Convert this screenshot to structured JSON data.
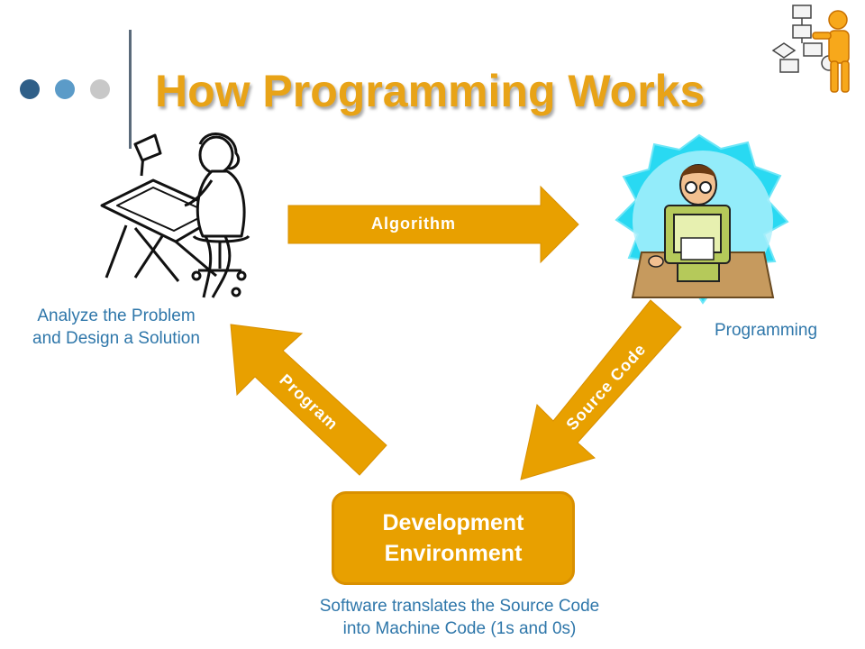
{
  "slide": {
    "title": "How Programming Works",
    "colors": {
      "accent": "#e8a000",
      "title": "#e8a317",
      "caption": "#2f77aa",
      "dot1": "#2f5f88",
      "dot2": "#5b9bc8",
      "dot3": "#c8c8c8"
    }
  },
  "nodes": {
    "analyze": {
      "line1": "Analyze the Problem",
      "line2": "and Design a Solution",
      "icon": "designer-clipart-icon"
    },
    "programming": {
      "label": "Programming",
      "icon": "programmer-clipart-icon"
    },
    "dev_env": {
      "line1": "Development",
      "line2": "Environment"
    },
    "dev_caption": {
      "line1": "Software translates the Source Code",
      "line2": "into Machine Code (1s and 0s)"
    }
  },
  "arrows": {
    "algorithm": "Algorithm",
    "source_code": "Source Code",
    "program": "Program"
  },
  "decoration": {
    "icon": "flowchart-figure-icon"
  }
}
